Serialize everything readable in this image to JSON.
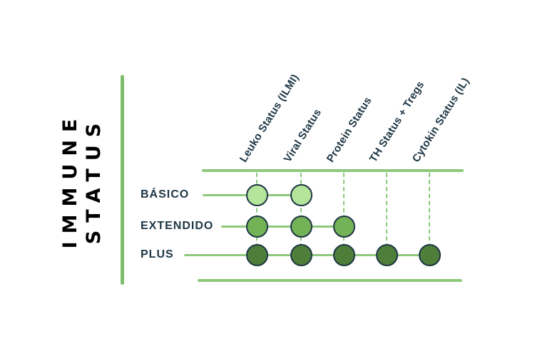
{
  "title": {
    "line1": "IMMUNE",
    "line2": "STATUS"
  },
  "columns": [
    {
      "label": "Leuko Status (ILMI)"
    },
    {
      "label": "Viral Status"
    },
    {
      "label": "Protein Status"
    },
    {
      "label": "TH Status + Tregs"
    },
    {
      "label": "Cytokin Status (IL)"
    }
  ],
  "rows": [
    {
      "label": "BÁSICO",
      "color": "#b4e59b",
      "included": [
        true,
        true,
        false,
        false,
        false
      ]
    },
    {
      "label": "EXTENDIDO",
      "color": "#74b257",
      "included": [
        true,
        true,
        true,
        false,
        false
      ]
    },
    {
      "label": "PLUS",
      "color": "#4f7e3a",
      "included": [
        true,
        true,
        true,
        true,
        true
      ]
    }
  ],
  "colors": {
    "line_green": "#8dc87d",
    "bar_green": "#80bd6b",
    "ink": "#1e3645",
    "title_ink": "#000000"
  }
}
